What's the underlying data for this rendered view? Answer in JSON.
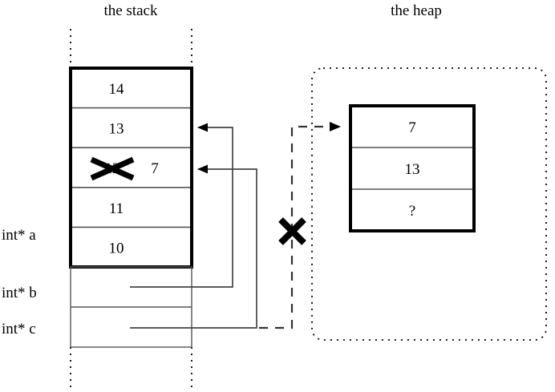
{
  "titles": {
    "stack": "the stack",
    "heap": "the heap"
  },
  "stack": {
    "cells": [
      {
        "value": "14",
        "struck": false
      },
      {
        "value": "13",
        "struck": false
      },
      {
        "value": "12",
        "struck": true,
        "replacement": "7"
      },
      {
        "value": "11",
        "struck": false
      },
      {
        "value": "10",
        "struck": false
      }
    ],
    "pointers": [
      {
        "label": "int* a",
        "target": "stack-cell-13"
      },
      {
        "label": "int* b",
        "target": "stack-cell-7"
      },
      {
        "label": "int* c",
        "target": "heap-array",
        "invalidated": true
      }
    ]
  },
  "heap": {
    "cells": [
      {
        "value": "7"
      },
      {
        "value": "13"
      },
      {
        "value": "?"
      }
    ]
  },
  "marks": {
    "strikethrough_glyph": "X",
    "invalid_pointer_glyph": "X"
  },
  "colors": {
    "ink": "#000000",
    "thin_rule": "#555555",
    "pointer_line": "#444444",
    "background": "#ffffff"
  }
}
